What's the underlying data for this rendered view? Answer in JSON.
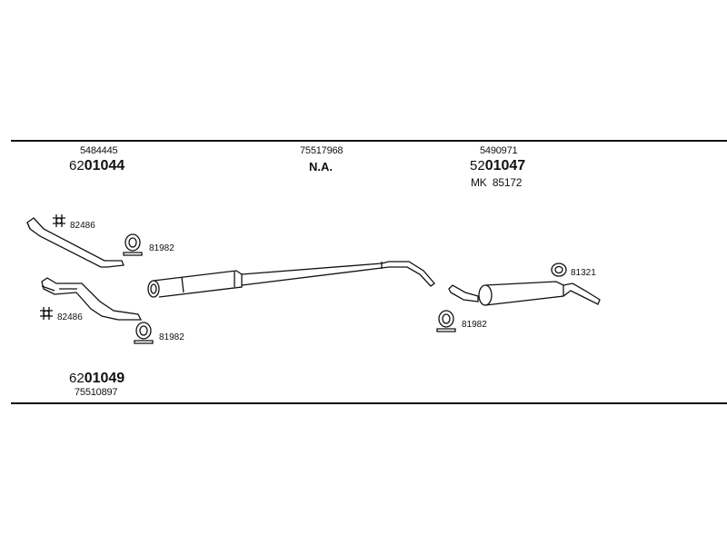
{
  "columns": [
    {
      "oe_number": "5484445",
      "part_prefix": "62",
      "part_main": "01044"
    },
    {
      "oe_number": "75517968",
      "part_label": "N.A."
    },
    {
      "oe_number": "5490971",
      "part_prefix": "52",
      "part_main": "01047",
      "mk_label": "MK",
      "mk_number": "85172"
    }
  ],
  "bottom": {
    "part_prefix": "62",
    "part_main": "01049",
    "oe_number": "75510897"
  },
  "callouts": {
    "clamp_top": "82486",
    "ring_top": "81982",
    "clamp_bottom": "82486",
    "ring_bottom": "81982",
    "ring_rear": "81982",
    "gasket_rear": "81321"
  }
}
